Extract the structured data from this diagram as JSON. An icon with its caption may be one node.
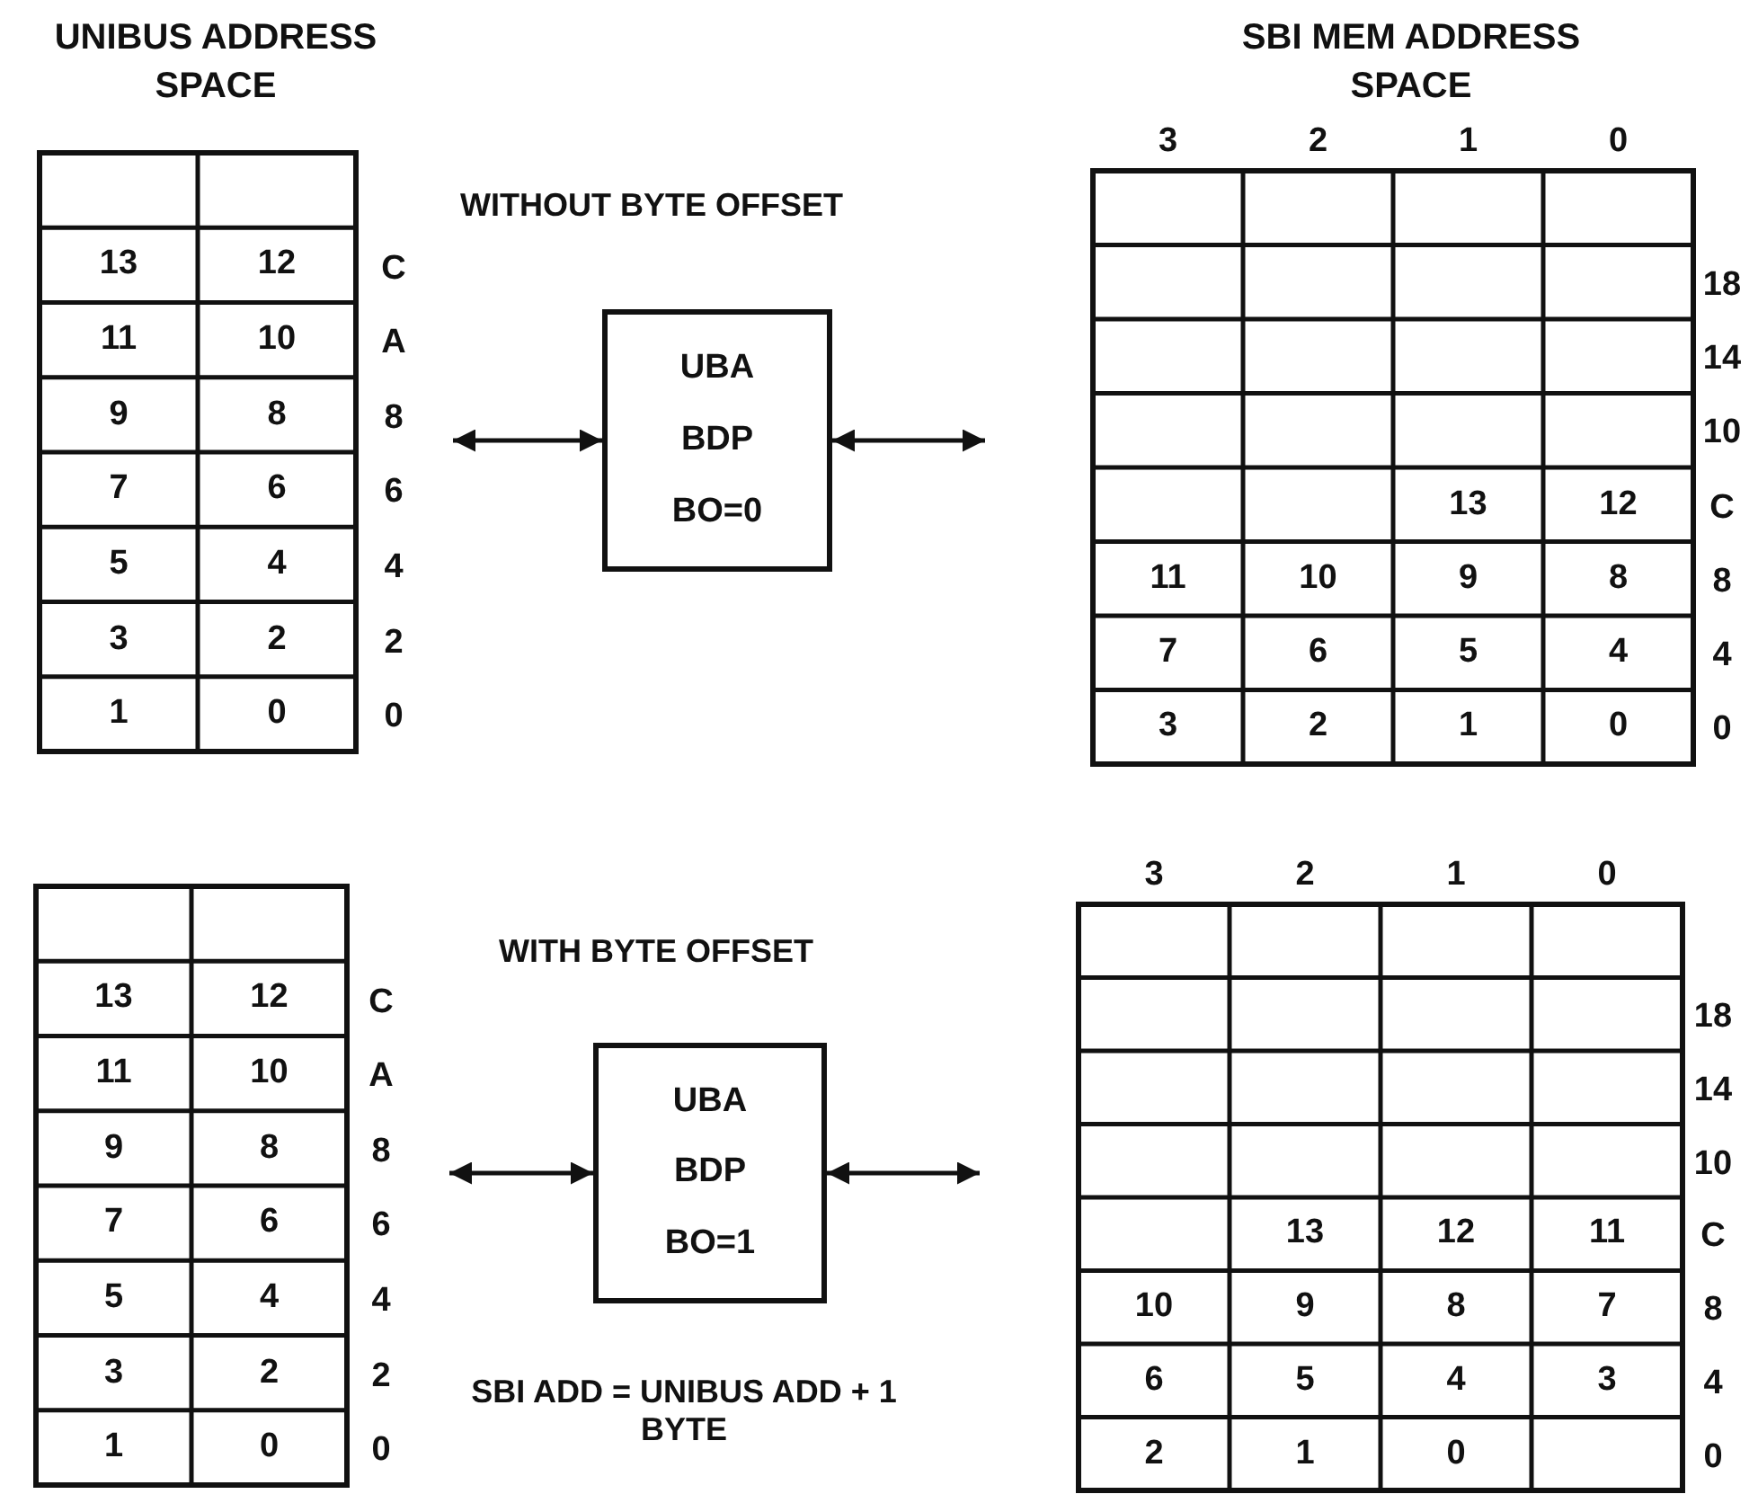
{
  "diagram": {
    "nodes": [
      {
        "text": [
          "UNIBUS ADDRESS SPACE"
        ]
      },
      {
        "text": [
          "UBA",
          "BDP",
          "BO=0"
        ]
      },
      {
        "text": [
          "SBI MEM ADDRESS SPACE"
        ]
      },
      {
        "text": [],
        "shape": "box"
      },
      {
        "text": [
          "UBA",
          "BDP",
          "BO=1"
        ]
      },
      {
        "text": [],
        "shape": "box"
      }
    ],
    "edges": [
      {
        "from": 0,
        "to": 1,
        "arrow": "both"
      },
      {
        "from": 1,
        "to": 2,
        "arrow": "both"
      },
      {
        "from": 3,
        "to": 4,
        "arrow": "both"
      },
      {
        "from": 4,
        "to": 5,
        "arrow": "both"
      }
    ],
    "labels": [
      "WITHOUT BYTE OFFSET",
      "13",
      "12",
      "11",
      "10",
      "9",
      "8",
      "7",
      "6",
      "5",
      "4",
      "3",
      "2",
      "1",
      "0",
      "C",
      "A",
      "8",
      "6",
      "4",
      "2",
      "0",
      "3",
      "2",
      "1",
      "0",
      "13",
      "12",
      "11",
      "10",
      "9",
      "8",
      "7",
      "6",
      "5",
      "4",
      "3",
      "2",
      "1",
      "0",
      "18",
      "14",
      "10",
      "C",
      "8",
      "4",
      "0",
      "WITH BYTE OFFSET",
      "13",
      "12",
      "11",
      "10",
      "9",
      "8",
      "7",
      "6",
      "5",
      "4",
      "3",
      "2",
      "1",
      "0",
      "C",
      "A",
      "8",
      "6",
      "4",
      "2",
      "0",
      "SBI ADD = UNIBUS ADD + 1 BYTE",
      "3",
      "2",
      "1",
      "0",
      "13",
      "12",
      "11",
      "10",
      "9",
      "8",
      "7",
      "6",
      "5",
      "4",
      "3",
      "2",
      "1",
      "0",
      "18",
      "14",
      "10",
      "C",
      "8",
      "4",
      "0"
    ]
  }
}
